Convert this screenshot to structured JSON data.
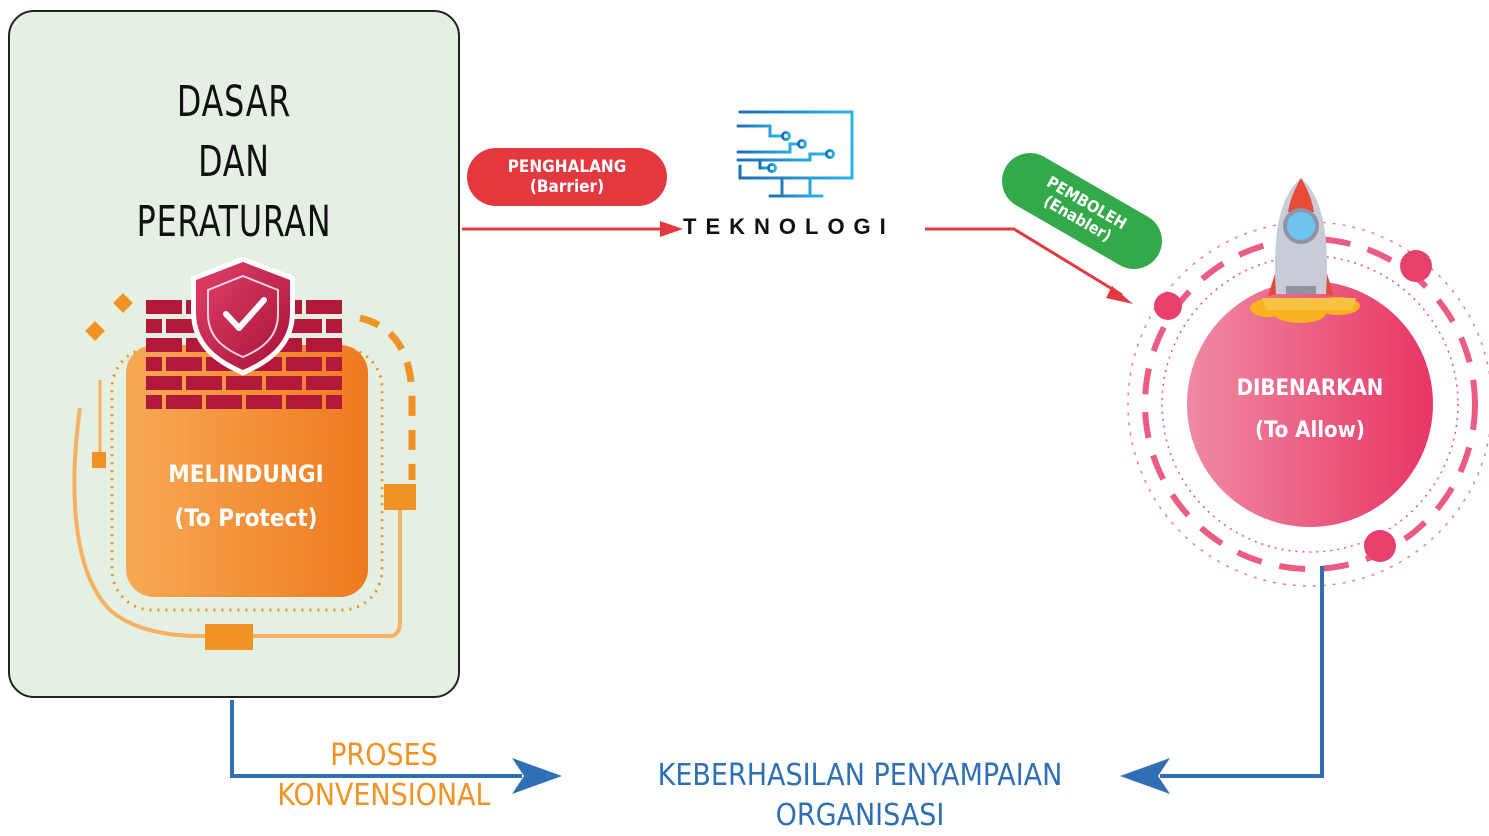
{
  "left_panel": {
    "title_lines": [
      "DASAR",
      "DAN",
      "PERATURAN"
    ],
    "protect": {
      "label": "MELINDUNGI",
      "sub": "(To Protect)"
    }
  },
  "barrier": {
    "label": "PENGHALANG",
    "sub": "(Barrier)"
  },
  "technology": {
    "label": "TEKNOLOGI"
  },
  "enabler": {
    "label": "PEMBOLEH",
    "sub": "(Enabler)"
  },
  "allow": {
    "label": "DIBENARKAN",
    "sub": "(To Allow)"
  },
  "process": {
    "line1": "PROSES",
    "line2": "KONVENSIONAL"
  },
  "success": {
    "line1": "KEBERHASILAN PENYAMPAIAN",
    "line2": "ORGANISASI"
  },
  "colors": {
    "panel_bg": "#e3f0e2",
    "barrier_red": "#e3383e",
    "enabler_green": "#33a94a",
    "orange": "#f39224",
    "pink": "#e8406d",
    "blue": "#2f6fb4",
    "wall": "#b3173a"
  }
}
